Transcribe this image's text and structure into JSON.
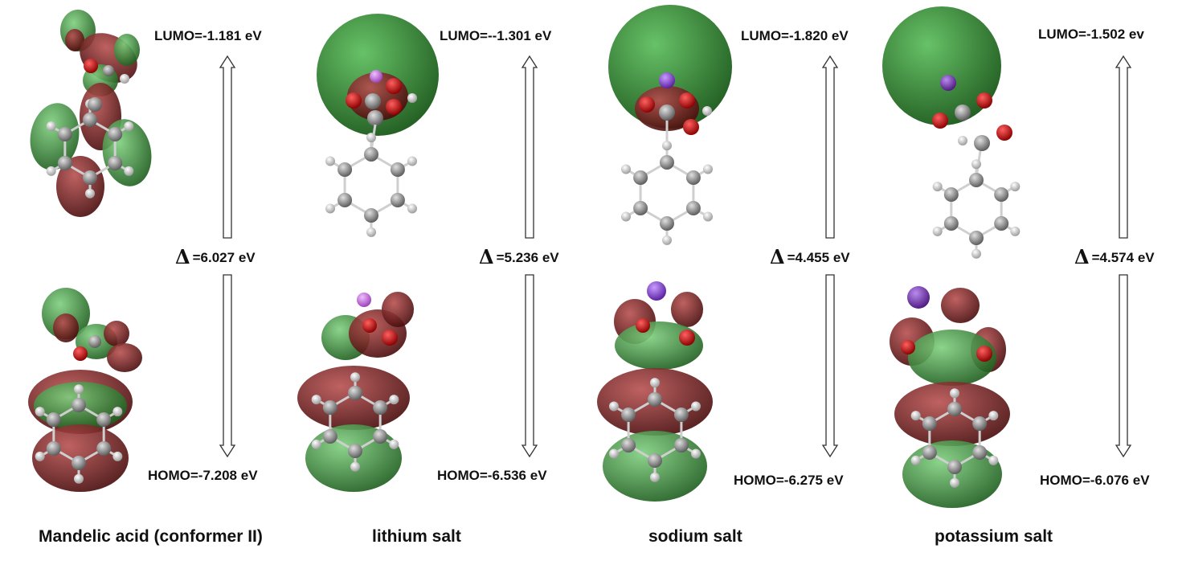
{
  "colors": {
    "orbital_positive": "#2f7d2f",
    "orbital_negative": "#7a1c1c",
    "carbon_atom": "#8a8a8a",
    "oxygen_atom": "#d40000",
    "hydrogen_atom": "#e8e8e8",
    "lithium_atom": "#c070d8",
    "sodium_atom": "#8a3fc7",
    "potassium_atom": "#7a3aa8"
  },
  "panels": [
    {
      "id": "mandelic-acid",
      "lumo": "LUMO=-1.181 eV",
      "delta": "=6.027 eV",
      "homo": "HOMO=-7.208 eV",
      "caption": "Mandelic acid (conformer II)"
    },
    {
      "id": "lithium-salt",
      "lumo": "LUMO=--1.301 eV",
      "delta": "=5.236 eV",
      "homo": "HOMO=-6.536 eV",
      "caption": "lithium salt"
    },
    {
      "id": "sodium-salt",
      "lumo": "LUMO=-1.820 eV",
      "delta": "=4.455 eV",
      "homo": "HOMO=-6.275 eV",
      "caption": "sodium salt"
    },
    {
      "id": "potassium-salt",
      "lumo": "LUMO=-1.502 ev",
      "delta": "=4.574 eV",
      "homo": "HOMO=-6.076 eV",
      "caption": "potassium salt"
    }
  ],
  "delta_symbol": "Δ"
}
